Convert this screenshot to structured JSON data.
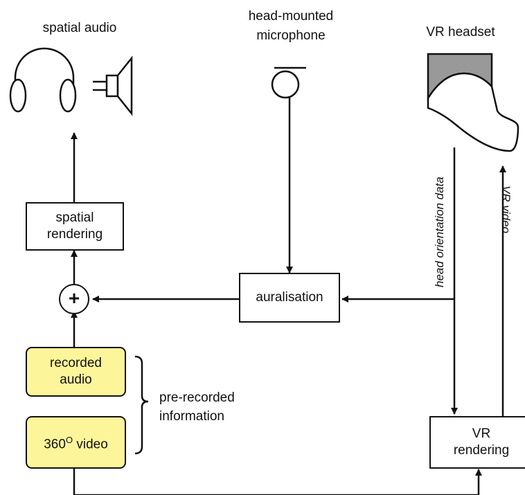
{
  "labels": {
    "spatial_audio": "spatial audio",
    "microphone_line1": "head-mounted",
    "microphone_line2": "microphone",
    "vr_headset": "VR headset",
    "head_orientation": "head orientation data",
    "vr_video": "VR video",
    "prerecorded_line1": "pre-recorded",
    "prerecorded_line2": "information"
  },
  "boxes": {
    "spatial_rendering_line1": "spatial",
    "spatial_rendering_line2": "rendering",
    "auralisation": "auralisation",
    "recorded_audio_line1": "recorded",
    "recorded_audio_line2": "audio",
    "video_360_base": "360",
    "video_360_sup": "O",
    "video_360_rest": " video",
    "vr_rendering_line1": "VR",
    "vr_rendering_line2": "rendering"
  },
  "symbols": {
    "sum": "+"
  },
  "icons": [
    "headphones-icon",
    "loudspeaker-icon",
    "microphone-icon",
    "vr-headset-icon"
  ],
  "colors": {
    "line": "#111111",
    "input_box_fill": "#fdf59a",
    "headset_top_fill": "#999999"
  }
}
